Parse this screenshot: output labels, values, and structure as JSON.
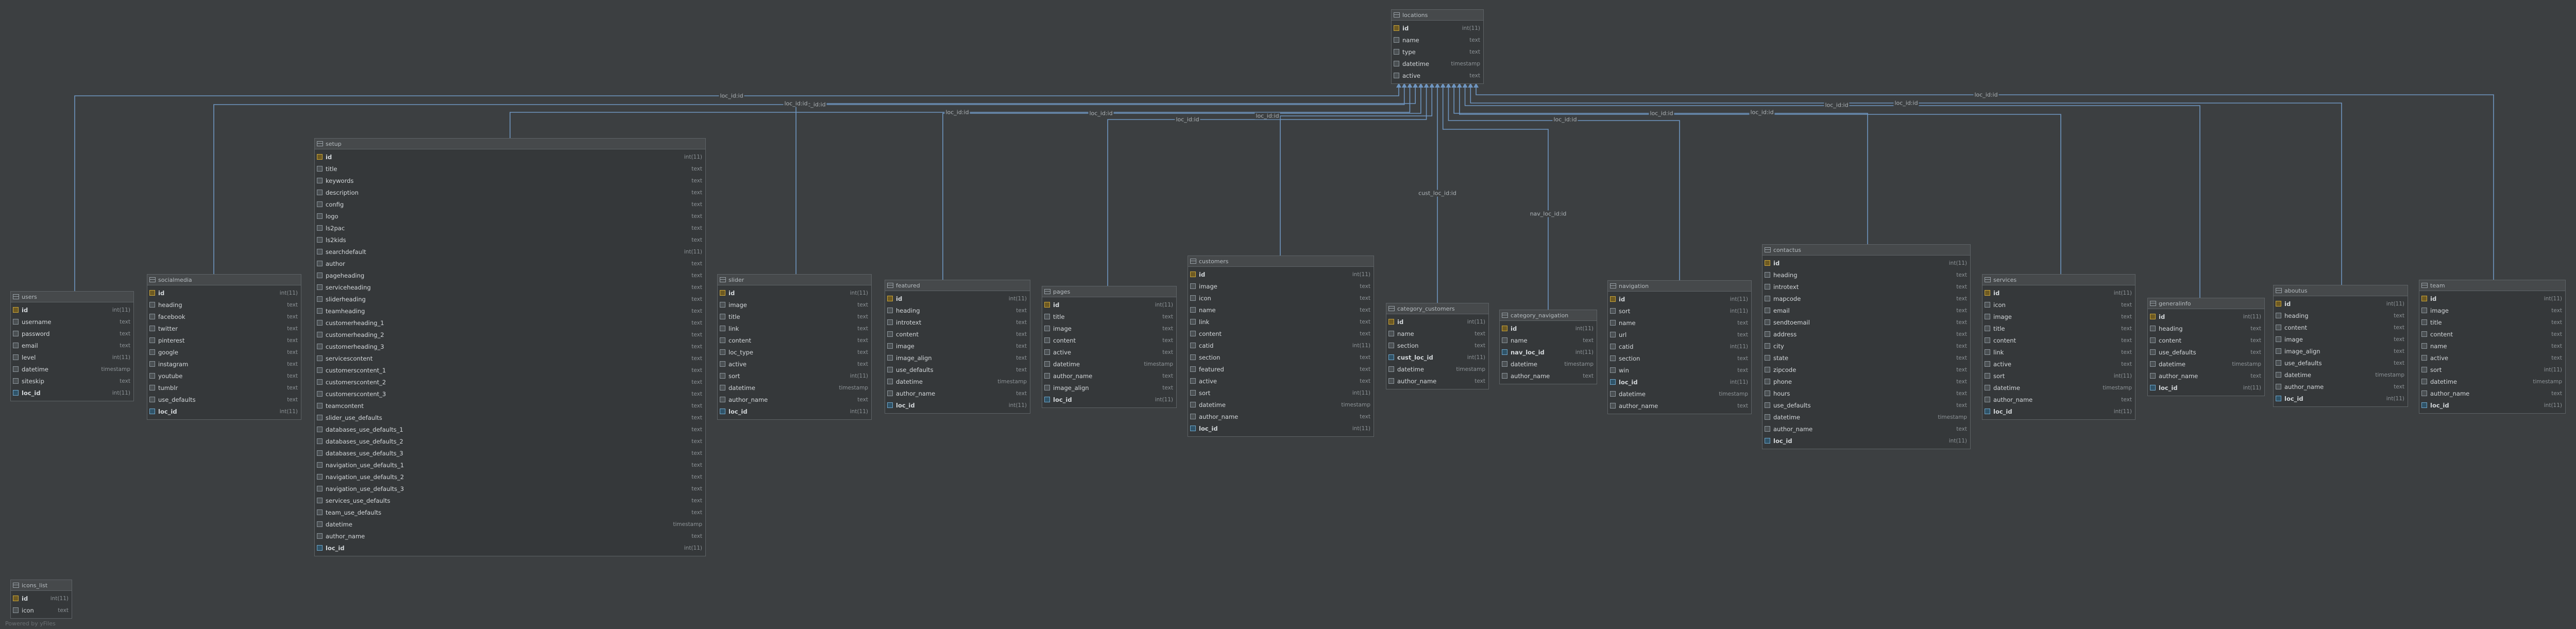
{
  "accent_color": "#6e95c0",
  "footer_text": "Powered by yFiles",
  "tables": [
    {
      "id": "locations",
      "name": "locations",
      "columns": [
        {
          "name": "id",
          "type": "int(11)",
          "key": "pk"
        },
        {
          "name": "name",
          "type": "text"
        },
        {
          "name": "type",
          "type": "text"
        },
        {
          "name": "datetime",
          "type": "timestamp"
        },
        {
          "name": "active",
          "type": "text"
        }
      ]
    },
    {
      "id": "users",
      "name": "users",
      "columns": [
        {
          "name": "id",
          "type": "int(11)",
          "key": "pk"
        },
        {
          "name": "username",
          "type": "text"
        },
        {
          "name": "password",
          "type": "text"
        },
        {
          "name": "email",
          "type": "text"
        },
        {
          "name": "level",
          "type": "int(11)"
        },
        {
          "name": "datetime",
          "type": "timestamp"
        },
        {
          "name": "siteskip",
          "type": "text"
        },
        {
          "name": "loc_id",
          "type": "int(11)",
          "key": "fk"
        }
      ]
    },
    {
      "id": "socialmedia",
      "name": "socialmedia",
      "columns": [
        {
          "name": "id",
          "type": "int(11)",
          "key": "pk"
        },
        {
          "name": "heading",
          "type": "text"
        },
        {
          "name": "facebook",
          "type": "text"
        },
        {
          "name": "twitter",
          "type": "text"
        },
        {
          "name": "pinterest",
          "type": "text"
        },
        {
          "name": "google",
          "type": "text"
        },
        {
          "name": "instagram",
          "type": "text"
        },
        {
          "name": "youtube",
          "type": "text"
        },
        {
          "name": "tumblr",
          "type": "text"
        },
        {
          "name": "use_defaults",
          "type": "text"
        },
        {
          "name": "loc_id",
          "type": "int(11)",
          "key": "fk"
        }
      ]
    },
    {
      "id": "setup",
      "name": "setup",
      "columns": [
        {
          "name": "id",
          "type": "int(11)",
          "key": "pk"
        },
        {
          "name": "title",
          "type": "text"
        },
        {
          "name": "keywords",
          "type": "text"
        },
        {
          "name": "description",
          "type": "text"
        },
        {
          "name": "config",
          "type": "text"
        },
        {
          "name": "logo",
          "type": "text"
        },
        {
          "name": "ls2pac",
          "type": "text"
        },
        {
          "name": "ls2kids",
          "type": "text"
        },
        {
          "name": "searchdefault",
          "type": "int(11)"
        },
        {
          "name": "author",
          "type": "text"
        },
        {
          "name": "pageheading",
          "type": "text"
        },
        {
          "name": "serviceheading",
          "type": "text"
        },
        {
          "name": "sliderheading",
          "type": "text"
        },
        {
          "name": "teamheading",
          "type": "text"
        },
        {
          "name": "customerheading_1",
          "type": "text"
        },
        {
          "name": "customerheading_2",
          "type": "text"
        },
        {
          "name": "customerheading_3",
          "type": "text"
        },
        {
          "name": "servicescontent",
          "type": "text"
        },
        {
          "name": "customerscontent_1",
          "type": "text"
        },
        {
          "name": "customerscontent_2",
          "type": "text"
        },
        {
          "name": "customerscontent_3",
          "type": "text"
        },
        {
          "name": "teamcontent",
          "type": "text"
        },
        {
          "name": "slider_use_defaults",
          "type": "text"
        },
        {
          "name": "databases_use_defaults_1",
          "type": "text"
        },
        {
          "name": "databases_use_defaults_2",
          "type": "text"
        },
        {
          "name": "databases_use_defaults_3",
          "type": "text"
        },
        {
          "name": "navigation_use_defaults_1",
          "type": "text"
        },
        {
          "name": "navigation_use_defaults_2",
          "type": "text"
        },
        {
          "name": "navigation_use_defaults_3",
          "type": "text"
        },
        {
          "name": "services_use_defaults",
          "type": "text"
        },
        {
          "name": "team_use_defaults",
          "type": "text"
        },
        {
          "name": "datetime",
          "type": "timestamp"
        },
        {
          "name": "author_name",
          "type": "text"
        },
        {
          "name": "loc_id",
          "type": "int(11)",
          "key": "fk"
        }
      ]
    },
    {
      "id": "slider",
      "name": "slider",
      "columns": [
        {
          "name": "id",
          "type": "int(11)",
          "key": "pk"
        },
        {
          "name": "image",
          "type": "text"
        },
        {
          "name": "title",
          "type": "text"
        },
        {
          "name": "link",
          "type": "text"
        },
        {
          "name": "content",
          "type": "text"
        },
        {
          "name": "loc_type",
          "type": "text"
        },
        {
          "name": "active",
          "type": "text"
        },
        {
          "name": "sort",
          "type": "int(11)"
        },
        {
          "name": "datetime",
          "type": "timestamp"
        },
        {
          "name": "author_name",
          "type": "text"
        },
        {
          "name": "loc_id",
          "type": "int(11)",
          "key": "fk"
        }
      ]
    },
    {
      "id": "featured",
      "name": "featured",
      "columns": [
        {
          "name": "id",
          "type": "int(11)",
          "key": "pk"
        },
        {
          "name": "heading",
          "type": "text"
        },
        {
          "name": "introtext",
          "type": "text"
        },
        {
          "name": "content",
          "type": "text"
        },
        {
          "name": "image",
          "type": "text"
        },
        {
          "name": "image_align",
          "type": "text"
        },
        {
          "name": "use_defaults",
          "type": "text"
        },
        {
          "name": "datetime",
          "type": "timestamp"
        },
        {
          "name": "author_name",
          "type": "text"
        },
        {
          "name": "loc_id",
          "type": "int(11)",
          "key": "fk"
        }
      ]
    },
    {
      "id": "pages",
      "name": "pages",
      "columns": [
        {
          "name": "id",
          "type": "int(11)",
          "key": "pk"
        },
        {
          "name": "title",
          "type": "text"
        },
        {
          "name": "image",
          "type": "text"
        },
        {
          "name": "content",
          "type": "text"
        },
        {
          "name": "active",
          "type": "text"
        },
        {
          "name": "datetime",
          "type": "timestamp"
        },
        {
          "name": "author_name",
          "type": "text"
        },
        {
          "name": "image_align",
          "type": "text"
        },
        {
          "name": "loc_id",
          "type": "int(11)",
          "key": "fk"
        }
      ]
    },
    {
      "id": "customers",
      "name": "customers",
      "columns": [
        {
          "name": "id",
          "type": "int(11)",
          "key": "pk"
        },
        {
          "name": "image",
          "type": "text"
        },
        {
          "name": "icon",
          "type": "text"
        },
        {
          "name": "name",
          "type": "text"
        },
        {
          "name": "link",
          "type": "text"
        },
        {
          "name": "content",
          "type": "text"
        },
        {
          "name": "catid",
          "type": "int(11)"
        },
        {
          "name": "section",
          "type": "text"
        },
        {
          "name": "featured",
          "type": "text"
        },
        {
          "name": "active",
          "type": "text"
        },
        {
          "name": "sort",
          "type": "int(11)"
        },
        {
          "name": "datetime",
          "type": "timestamp"
        },
        {
          "name": "author_name",
          "type": "text"
        },
        {
          "name": "loc_id",
          "type": "int(11)",
          "key": "fk"
        }
      ]
    },
    {
      "id": "category_customers",
      "name": "category_customers",
      "columns": [
        {
          "name": "id",
          "type": "int(11)",
          "key": "pk"
        },
        {
          "name": "name",
          "type": "text"
        },
        {
          "name": "section",
          "type": "text"
        },
        {
          "name": "cust_loc_id",
          "type": "int(11)",
          "key": "fk"
        },
        {
          "name": "datetime",
          "type": "timestamp"
        },
        {
          "name": "author_name",
          "type": "text"
        }
      ]
    },
    {
      "id": "category_navigation",
      "name": "category_navigation",
      "columns": [
        {
          "name": "id",
          "type": "int(11)",
          "key": "pk"
        },
        {
          "name": "name",
          "type": "text"
        },
        {
          "name": "nav_loc_id",
          "type": "int(11)",
          "key": "fk"
        },
        {
          "name": "datetime",
          "type": "timestamp"
        },
        {
          "name": "author_name",
          "type": "text"
        }
      ]
    },
    {
      "id": "navigation",
      "name": "navigation",
      "columns": [
        {
          "name": "id",
          "type": "int(11)",
          "key": "pk"
        },
        {
          "name": "sort",
          "type": "int(11)"
        },
        {
          "name": "name",
          "type": "text"
        },
        {
          "name": "url",
          "type": "text"
        },
        {
          "name": "catid",
          "type": "int(11)"
        },
        {
          "name": "section",
          "type": "text"
        },
        {
          "name": "win",
          "type": "text"
        },
        {
          "name": "loc_id",
          "type": "int(11)",
          "key": "fk"
        },
        {
          "name": "datetime",
          "type": "timestamp"
        },
        {
          "name": "author_name",
          "type": "text"
        }
      ]
    },
    {
      "id": "contactus",
      "name": "contactus",
      "columns": [
        {
          "name": "id",
          "type": "int(11)",
          "key": "pk"
        },
        {
          "name": "heading",
          "type": "text"
        },
        {
          "name": "introtext",
          "type": "text"
        },
        {
          "name": "mapcode",
          "type": "text"
        },
        {
          "name": "email",
          "type": "text"
        },
        {
          "name": "sendtoemail",
          "type": "text"
        },
        {
          "name": "address",
          "type": "text"
        },
        {
          "name": "city",
          "type": "text"
        },
        {
          "name": "state",
          "type": "text"
        },
        {
          "name": "zipcode",
          "type": "text"
        },
        {
          "name": "phone",
          "type": "text"
        },
        {
          "name": "hours",
          "type": "text"
        },
        {
          "name": "use_defaults",
          "type": "text"
        },
        {
          "name": "datetime",
          "type": "timestamp"
        },
        {
          "name": "author_name",
          "type": "text"
        },
        {
          "name": "loc_id",
          "type": "int(11)",
          "key": "fk"
        }
      ]
    },
    {
      "id": "services",
      "name": "services",
      "columns": [
        {
          "name": "id",
          "type": "int(11)",
          "key": "pk"
        },
        {
          "name": "icon",
          "type": "text"
        },
        {
          "name": "image",
          "type": "text"
        },
        {
          "name": "title",
          "type": "text"
        },
        {
          "name": "content",
          "type": "text"
        },
        {
          "name": "link",
          "type": "text"
        },
        {
          "name": "active",
          "type": "text"
        },
        {
          "name": "sort",
          "type": "int(11)"
        },
        {
          "name": "datetime",
          "type": "timestamp"
        },
        {
          "name": "author_name",
          "type": "text"
        },
        {
          "name": "loc_id",
          "type": "int(11)",
          "key": "fk"
        }
      ]
    },
    {
      "id": "generalinfo",
      "name": "generalinfo",
      "columns": [
        {
          "name": "id",
          "type": "int(11)",
          "key": "pk"
        },
        {
          "name": "heading",
          "type": "text"
        },
        {
          "name": "content",
          "type": "text"
        },
        {
          "name": "use_defaults",
          "type": "text"
        },
        {
          "name": "datetime",
          "type": "timestamp"
        },
        {
          "name": "author_name",
          "type": "text"
        },
        {
          "name": "loc_id",
          "type": "int(11)",
          "key": "fk"
        }
      ]
    },
    {
      "id": "aboutus",
      "name": "aboutus",
      "columns": [
        {
          "name": "id",
          "type": "int(11)",
          "key": "pk"
        },
        {
          "name": "heading",
          "type": "text"
        },
        {
          "name": "content",
          "type": "text"
        },
        {
          "name": "image",
          "type": "text"
        },
        {
          "name": "image_align",
          "type": "text"
        },
        {
          "name": "use_defaults",
          "type": "text"
        },
        {
          "name": "datetime",
          "type": "timestamp"
        },
        {
          "name": "author_name",
          "type": "text"
        },
        {
          "name": "loc_id",
          "type": "int(11)",
          "key": "fk"
        }
      ]
    },
    {
      "id": "team",
      "name": "team",
      "columns": [
        {
          "name": "id",
          "type": "int(11)",
          "key": "pk"
        },
        {
          "name": "image",
          "type": "text"
        },
        {
          "name": "title",
          "type": "text"
        },
        {
          "name": "content",
          "type": "text"
        },
        {
          "name": "name",
          "type": "text"
        },
        {
          "name": "active",
          "type": "text"
        },
        {
          "name": "sort",
          "type": "int(11)"
        },
        {
          "name": "datetime",
          "type": "timestamp"
        },
        {
          "name": "author_name",
          "type": "text"
        },
        {
          "name": "loc_id",
          "type": "int(11)",
          "key": "fk"
        }
      ]
    },
    {
      "id": "icons_list",
      "name": "icons_list",
      "columns": [
        {
          "name": "id",
          "type": "int(11)",
          "key": "pk"
        },
        {
          "name": "icon",
          "type": "text"
        }
      ]
    }
  ],
  "relations": [
    {
      "from": "users",
      "label": "loc_id:id"
    },
    {
      "from": "socialmedia",
      "label": "loc_id:id"
    },
    {
      "from": "setup",
      "label": "loc_id:id"
    },
    {
      "from": "slider",
      "label": "loc_id:id"
    },
    {
      "from": "featured",
      "label": "loc_id:id"
    },
    {
      "from": "pages",
      "label": "loc_id:id"
    },
    {
      "from": "customers",
      "label": "loc_id:id"
    },
    {
      "from": "category_customers",
      "label": "cust_loc_id:id"
    },
    {
      "from": "category_navigation",
      "label": "nav_loc_id:id"
    },
    {
      "from": "navigation",
      "label": "loc_id:id"
    },
    {
      "from": "contactus",
      "label": "loc_id:id"
    },
    {
      "from": "services",
      "label": "loc_id:id"
    },
    {
      "from": "generalinfo",
      "label": "loc_id:id"
    },
    {
      "from": "aboutus",
      "label": "loc_id:id"
    },
    {
      "from": "team",
      "label": "loc_id:id"
    }
  ]
}
